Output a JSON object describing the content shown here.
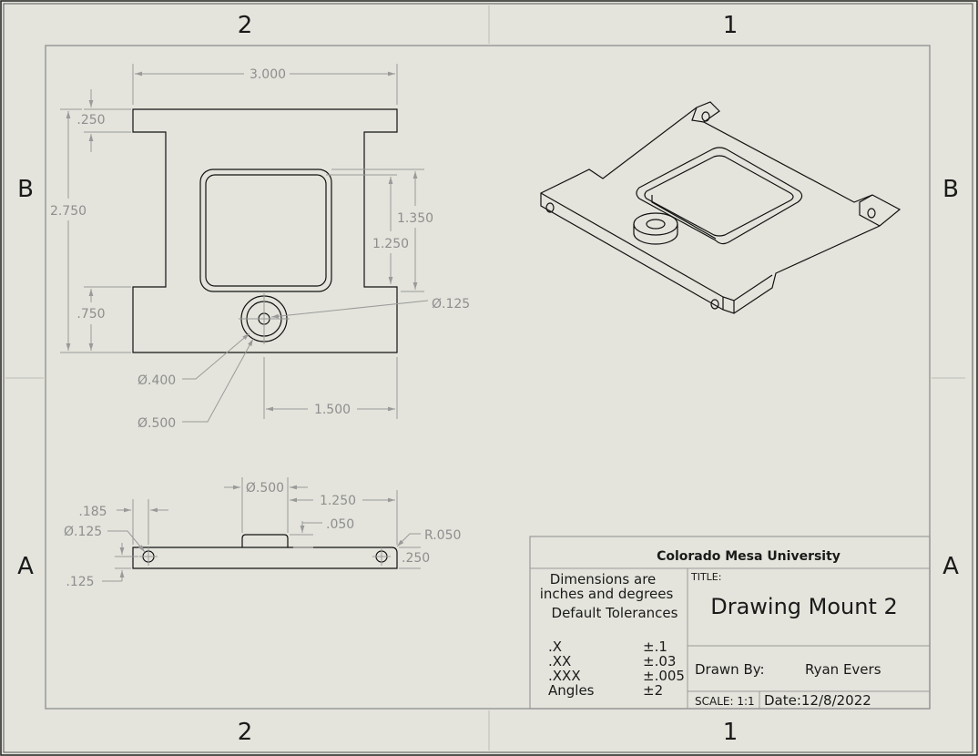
{
  "zones": {
    "top": [
      "2",
      "1"
    ],
    "bottom": [
      "2",
      "1"
    ],
    "left": [
      "B",
      "A"
    ],
    "right": [
      "B",
      "A"
    ]
  },
  "top_view": {
    "overall_width": "3.000",
    "tab_thickness": ".250",
    "overall_height": "2.750",
    "lower_step": ".750",
    "pocket_outer": "1.350",
    "pocket_inner": "1.250",
    "hole_dia": "Ø.125",
    "boss_inner_dia": "Ø.400",
    "boss_outer_dia": "Ø.500",
    "boss_offset": "1.500"
  },
  "side_view": {
    "hole_offset": ".185",
    "hole_dia": "Ø.125",
    "hole_height": ".125",
    "boss_dia": "Ø.500",
    "boss_position": "1.250",
    "boss_height": ".050",
    "fillet": "R.050",
    "thickness": ".250"
  },
  "title_block": {
    "company": "Colorado Mesa University",
    "dim_note_1": "Dimensions are",
    "dim_note_2": "inches and degrees",
    "tolerance_heading": "Default Tolerances",
    "tolerances": [
      {
        "label": ".X",
        "value": "±.1"
      },
      {
        "label": ".XX",
        "value": "±.03"
      },
      {
        "label": ".XXX",
        "value": "±.005"
      },
      {
        "label": "Angles",
        "value": "±2"
      }
    ],
    "title_label": "TITLE:",
    "title": "Drawing Mount 2",
    "drawn_by_label": "Drawn By:",
    "drawn_by": "Ryan Evers",
    "scale": "SCALE: 1:1",
    "date": "Date:12/8/2022"
  }
}
